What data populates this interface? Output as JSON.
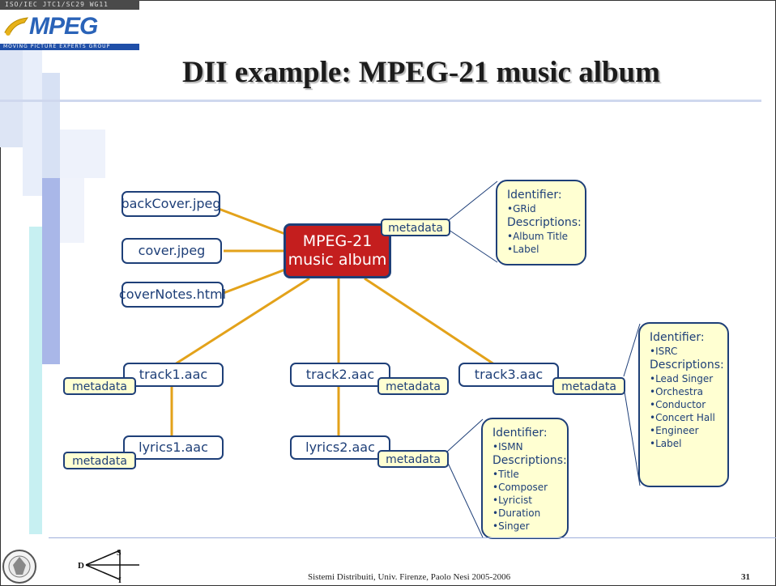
{
  "header": {
    "logo_top_text": "ISO/IEC JTC1/SC29 WG11",
    "logo_text": "MPEG",
    "logo_bottom_text": "MOVING PICTURE EXPERTS GROUP"
  },
  "slide": {
    "title": "DII example: MPEG-21 music album"
  },
  "diagram": {
    "center_line1": "MPEG-21",
    "center_line2": "music album",
    "resources": [
      "backCover.jpeg",
      "cover.jpeg",
      "coverNotes.html"
    ],
    "tracks": [
      "track1.aac",
      "track2.aac",
      "track3.aac"
    ],
    "lyrics": [
      "lyrics1.aac",
      "lyrics2.aac"
    ],
    "metadata_label": "metadata",
    "notes": {
      "album": {
        "identifier": "Identifier:",
        "id_items": [
          "GRid"
        ],
        "descriptions": "Descriptions:",
        "desc_items": [
          "Album Title",
          "Label"
        ]
      },
      "track3": {
        "identifier": "Identifier:",
        "id_items": [
          "ISRC"
        ],
        "descriptions": "Descriptions:",
        "desc_items": [
          "Lead Singer",
          "Orchestra",
          "Conductor",
          "Concert Hall",
          "Engineer",
          "Label"
        ]
      },
      "lyrics2": {
        "identifier": "Identifier:",
        "id_items": [
          "ISMN"
        ],
        "descriptions": "Descriptions:",
        "desc_items": [
          "Title",
          "Composer",
          "Lyricist",
          "Duration",
          "Singer"
        ]
      }
    }
  },
  "footer": {
    "text": "Sistemi Distribuiti, Univ. Firenze, Paolo Nesi 2005-2006",
    "page_number": "31"
  }
}
